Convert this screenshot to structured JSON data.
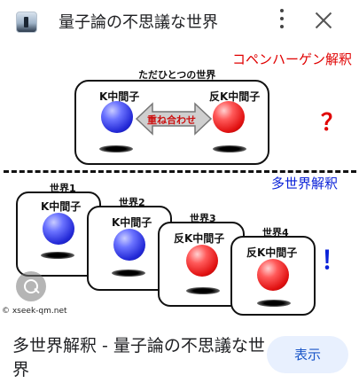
{
  "header": {
    "title": "量子論の不思議な世界",
    "favicon_icon": "site-favicon-icon",
    "more_icon": "more-vert-icon",
    "close_icon": "close-icon"
  },
  "diagram": {
    "copenhagen_label": "コペンハーゲン解釈",
    "copenhagen_mark": "？",
    "single_world_label": "ただひとつの世界",
    "particle_k": "K中間子",
    "particle_anti_k": "反K中間子",
    "arrow_label": "重ね合わせ",
    "many_worlds_label": "多世界解釈",
    "many_worlds_mark": "！",
    "worlds": [
      {
        "label": "世界1",
        "particle": "K中間子"
      },
      {
        "label": "世界2",
        "particle": "K中間子"
      },
      {
        "label": "世界3",
        "particle": "反K中間子"
      },
      {
        "label": "世界4",
        "particle": "反K中間子"
      }
    ],
    "credit": "© xseek-qm.net",
    "lens_icon": "lens-search-icon"
  },
  "footer": {
    "title": "多世界解釈 - 量子論の不思議な世界",
    "view_button": "表示"
  },
  "colors": {
    "copenhagen": "#e00000",
    "many_worlds": "#0a22d8",
    "button_bg": "#e8f0fe",
    "button_text": "#1a56c8"
  }
}
